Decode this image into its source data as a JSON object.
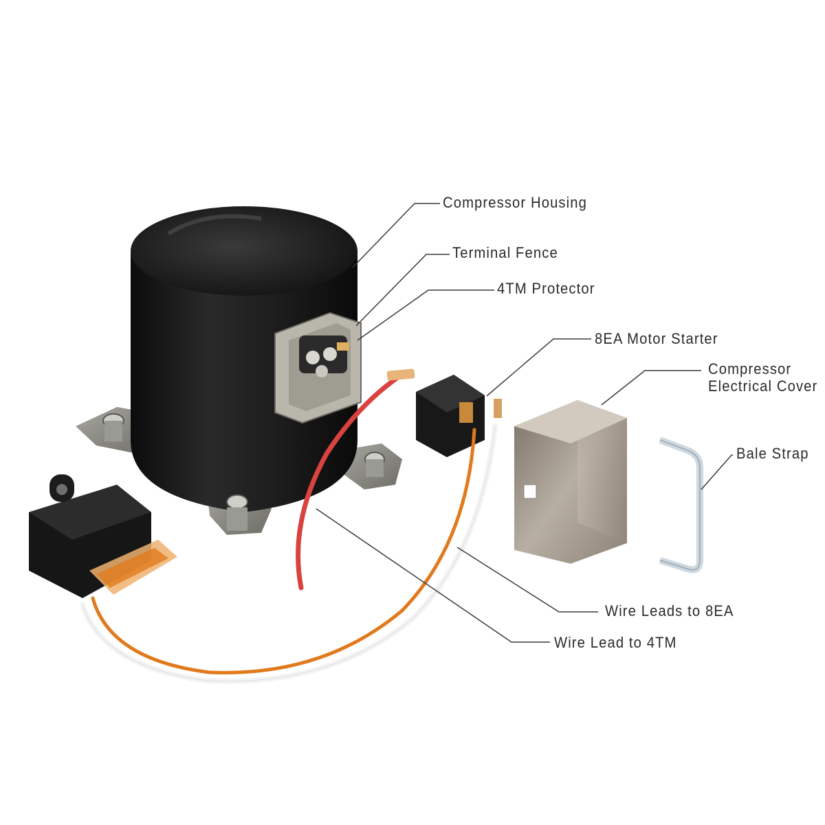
{
  "labels": {
    "compressor_housing": "Compressor  Housing",
    "terminal_fence": "Terminal  Fence",
    "protector_4tm": "4TM  Protector",
    "motor_starter_8ea": "8EA  Motor  Starter",
    "electrical_cover_line1": "Compressor",
    "electrical_cover_line2": "Electrical  Cover",
    "bale_strap": "Bale  Strap",
    "wire_leads_8ea": "Wire  Leads  to  8EA",
    "wire_lead_4tm": "Wire  Lead  to  4TM"
  },
  "colors": {
    "background": "#ffffff",
    "housing": "#1e1e1e",
    "bracket": "#8c8c86",
    "cover": "#a49a8e",
    "bale_strap": "#cfd8df",
    "red_wire": "#d9433f",
    "orange_wire": "#e07a1d",
    "white_wire": "#f4f4f4",
    "leader_line": "#3a3a3a"
  }
}
